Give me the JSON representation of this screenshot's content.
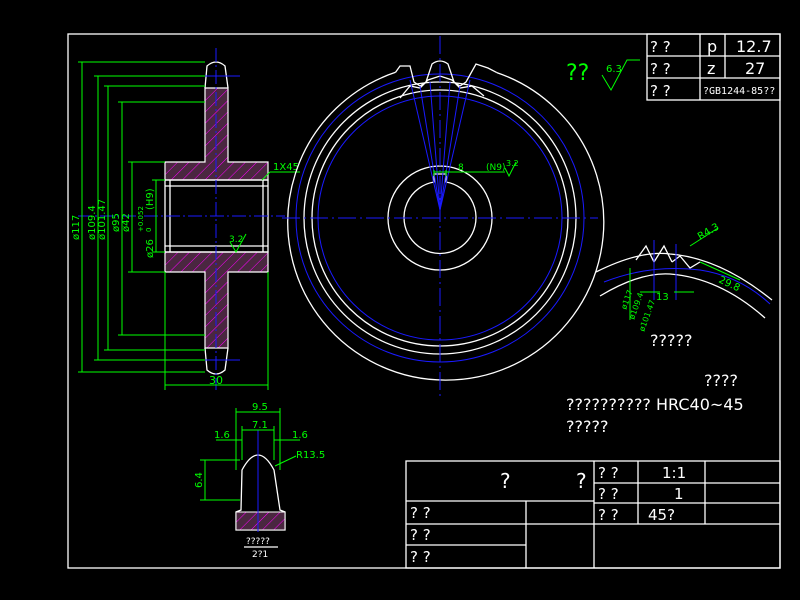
{
  "drawing": {
    "colors": {
      "background": "#000000",
      "outline": "#ffffff",
      "dimension": "#00ff00",
      "centerline": "#1a1aff",
      "hatch": "#ff00ff",
      "hatch_fill": "#4a2740"
    },
    "params_table": {
      "rows": [
        {
          "label": "? ?",
          "key": "p",
          "value": "12.7"
        },
        {
          "label": "? ?",
          "key": "z",
          "value": "27"
        },
        {
          "label": "? ?",
          "key": "",
          "value": "?GB1244-85??"
        }
      ]
    },
    "roughness_note": {
      "prefix": "??",
      "value": "6.3"
    },
    "section_dims": {
      "d117": "ø117",
      "d109": "ø109.4",
      "d101": "ø101.47",
      "d95": "ø95",
      "d42": "ø42",
      "d26": "ø26",
      "bore_fit": "(H9)",
      "bore_tol": "+0.052",
      "bore_tol2": "0",
      "chamfer": "1X45",
      "roughness": "3.2",
      "width": "30"
    },
    "keyway": {
      "label": "8",
      "fit": "(N9)",
      "roughness": "3.2"
    },
    "tooth_detail": {
      "dims": [
        "R4.3",
        "29.8",
        "13",
        "ø117",
        "ø109.4",
        "ø101.47"
      ],
      "caption": "?????"
    },
    "profile_detail": {
      "dims": {
        "w1": "9.5",
        "w2": "7.1",
        "c1": "1.6",
        "c2": "1.6",
        "h": "6.4",
        "r": "R13.5"
      },
      "caption": "?????",
      "scale": "2?1"
    },
    "notes": {
      "heading": "????",
      "line1": "??????????  HRC40~45",
      "line2": "?????"
    },
    "title_block": {
      "name_a": "?",
      "name_b": "?",
      "scale_label": "? ?",
      "scale_value": "1:1",
      "qty_label": "? ?",
      "qty_value": "1",
      "material_label": "? ?",
      "material_value": "45?",
      "row_labels": [
        "? ?",
        "? ?",
        "? ?"
      ]
    }
  }
}
